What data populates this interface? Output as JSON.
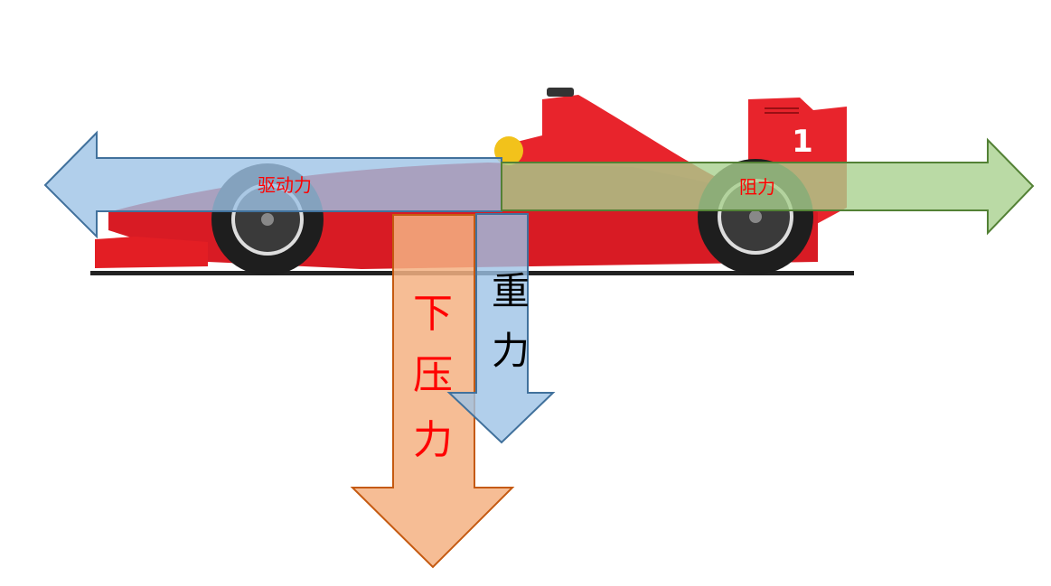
{
  "diagram": {
    "forces": {
      "drive": {
        "label": "驱动力",
        "color": "#9dc3e6"
      },
      "drag": {
        "label": "阻力",
        "color": "#a9d18e"
      },
      "downforce": {
        "chars": [
          "下",
          "压",
          "力"
        ],
        "color": "#f4b183"
      },
      "gravity": {
        "chars": [
          "重",
          "力"
        ],
        "color": "#9dc3e6"
      }
    },
    "car": {
      "number": "1",
      "body_color": "#e31e24"
    }
  }
}
